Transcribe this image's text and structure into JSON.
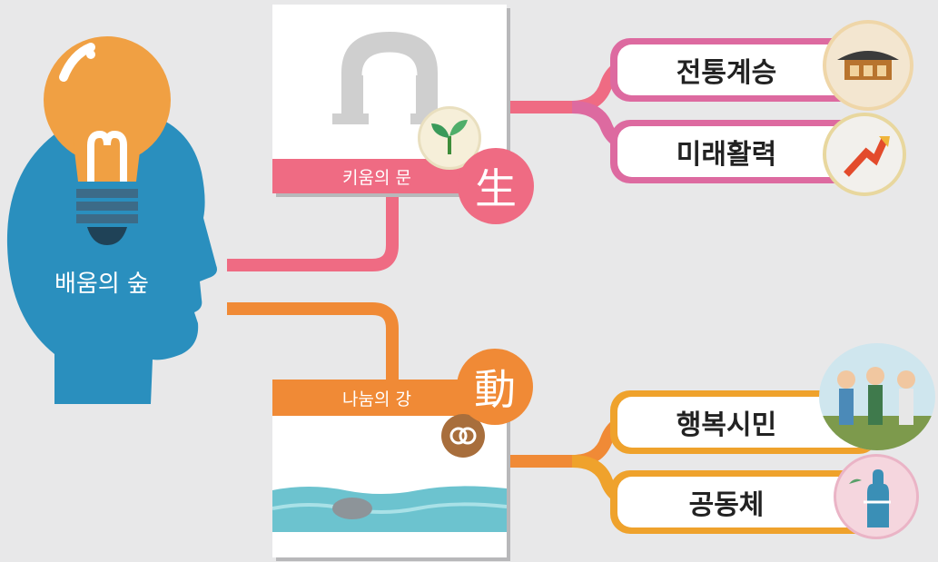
{
  "center": {
    "label": "배움의 숲"
  },
  "branches": [
    {
      "band_label": "키움의 문",
      "hanja": "生",
      "color": "#ef6b83",
      "leaf_color": "#dd6aa0",
      "leaves": [
        {
          "label": "전통계승",
          "icon": "hanok-house-icon"
        },
        {
          "label": "미래활력",
          "icon": "growth-arrow-icon"
        }
      ]
    },
    {
      "band_label": "나눔의 강",
      "hanja": "動",
      "color": "#f08a36",
      "leaf_color": "#efa22c",
      "leaves": [
        {
          "label": "행복시민",
          "icon": "citizens-group-icon"
        },
        {
          "label": "공동체",
          "icon": "helping-hands-icon"
        }
      ]
    }
  ],
  "colors": {
    "head": "#2a8fbe",
    "bulb": "#f0a043",
    "bg": "#e8e8e9"
  }
}
